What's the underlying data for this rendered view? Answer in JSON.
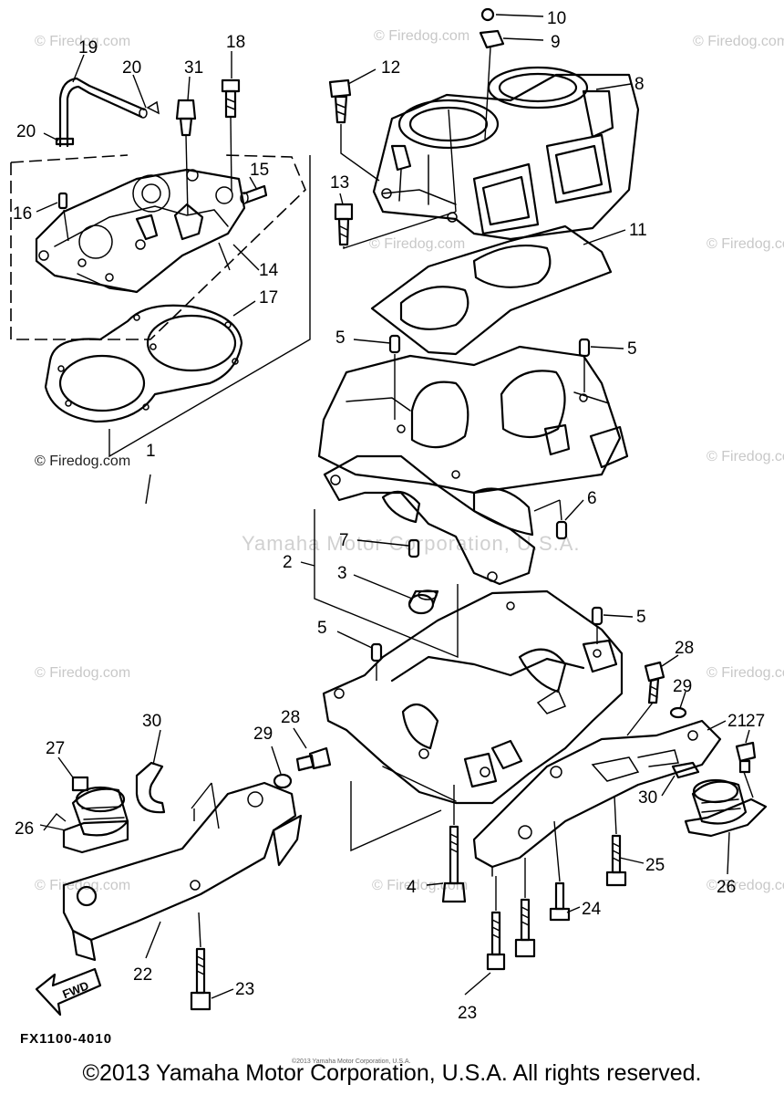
{
  "watermarks": {
    "firedog": "© Firedog.com",
    "center": "Yamaha Motor Corporation, U.S.A.",
    "small": "©2013 Yamaha Motor Corporation, U.S.A."
  },
  "diagram_code": "FX1100-4010",
  "fwd_label": "FWD",
  "copyright": "©2013 Yamaha Motor Corporation, U.S.A. All rights reserved.",
  "callouts": {
    "c1": "1",
    "c2": "2",
    "c3": "3",
    "c4": "4",
    "c5a": "5",
    "c5b": "5",
    "c5c": "5",
    "c5d": "5",
    "c6": "6",
    "c7": "7",
    "c8": "8",
    "c9": "9",
    "c10": "10",
    "c11": "11",
    "c12": "12",
    "c13": "13",
    "c14": "14",
    "c15": "15",
    "c16": "16",
    "c17": "17",
    "c18": "18",
    "c19": "19",
    "c20a": "20",
    "c20b": "20",
    "c21": "21",
    "c22": "22",
    "c23a": "23",
    "c23b": "23",
    "c24": "24",
    "c25": "25",
    "c26a": "26",
    "c26b": "26",
    "c27a": "27",
    "c27b": "27",
    "c28a": "28",
    "c28b": "28",
    "c29a": "29",
    "c29b": "29",
    "c30a": "30",
    "c30b": "30",
    "c31": "31"
  },
  "colors": {
    "line": "#000000",
    "watermark": "#c8c8c8",
    "background": "#ffffff"
  }
}
